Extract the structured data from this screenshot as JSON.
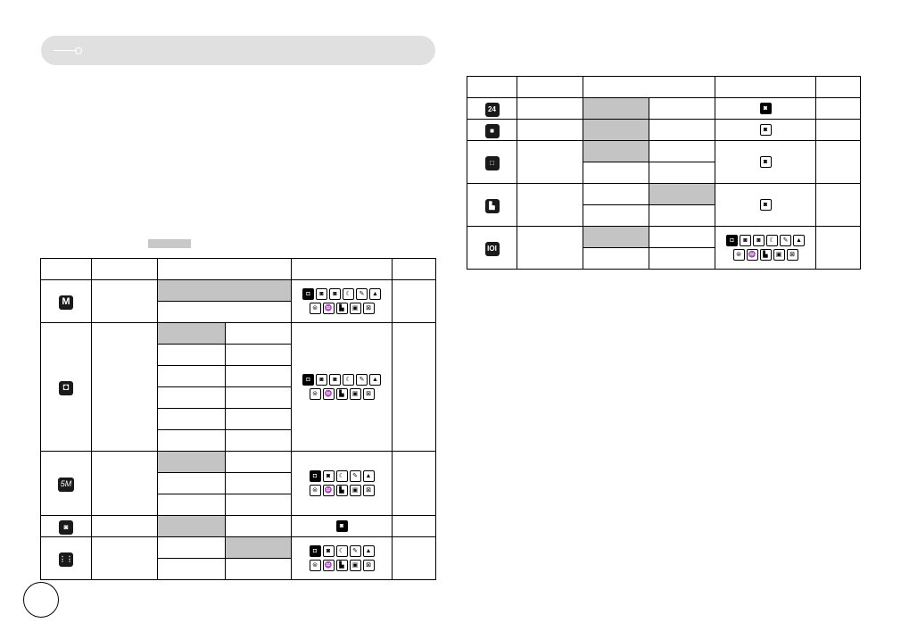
{
  "icons": {
    "manual": "M",
    "camera": "◘",
    "size_5m": "5M",
    "movie": "◙",
    "grid": "⋮⋮",
    "frame24": "24",
    "square": "■",
    "box": "□",
    "corner": "▙",
    "ioi": "IOI",
    "scene_icons": [
      "◘",
      "◙",
      "◙",
      "☾",
      "✎",
      "▲",
      "⊜",
      "♒",
      "▙",
      "▣",
      "⊠"
    ]
  }
}
